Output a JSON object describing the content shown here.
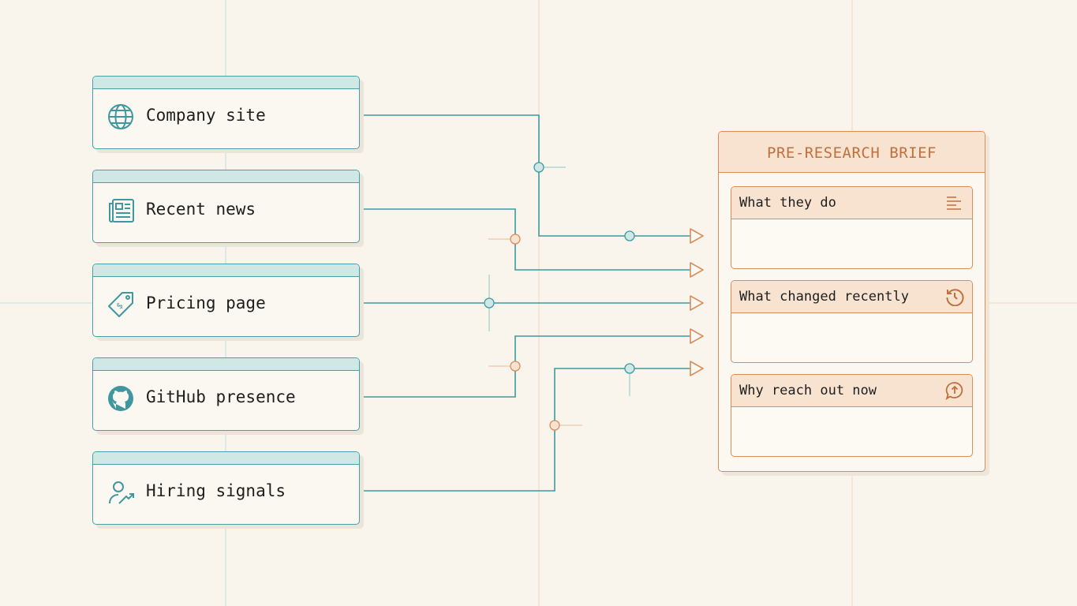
{
  "sources": [
    {
      "label": "Company site",
      "icon": "globe-icon"
    },
    {
      "label": "Recent news",
      "icon": "newspaper-icon"
    },
    {
      "label": "Pricing page",
      "icon": "price-tag-icon"
    },
    {
      "label": "GitHub presence",
      "icon": "github-icon"
    },
    {
      "label": "Hiring signals",
      "icon": "user-trending-icon"
    }
  ],
  "brief": {
    "title": "PRE-RESEARCH BRIEF",
    "sections": [
      {
        "label": "What they do",
        "icon": "text-lines-icon"
      },
      {
        "label": "What changed recently",
        "icon": "history-icon"
      },
      {
        "label": "Why reach out now",
        "icon": "chat-arrow-up-icon"
      }
    ]
  },
  "colors": {
    "teal": "#3f98a0",
    "orange": "#d88d5c",
    "background": "#f9f5ed"
  }
}
